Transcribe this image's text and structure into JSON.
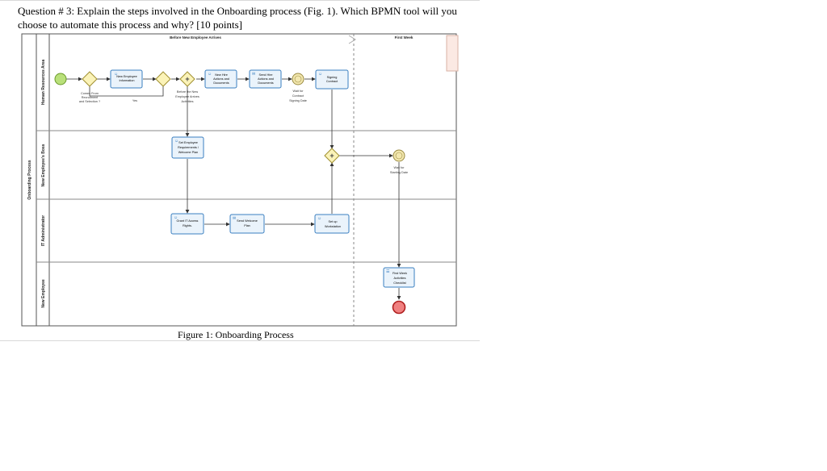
{
  "question": {
    "line1": "Question # 3: Explain the steps involved in the Onboarding process (Fig. 1). Which BPMN tool will you",
    "line2": "choose to automate this process and why? [10 points]"
  },
  "figure": {
    "caption": "Figure 1: Onboarding Process",
    "pool_label": "Onboarding Process",
    "milestones": [
      "Before New Employee Arrives",
      "First Week"
    ],
    "lanes": [
      "Human Resources Area",
      "New Employee's Boss",
      "IT Administrator",
      "New Employee"
    ],
    "tasks": {
      "new_employee_info": [
        "New Employee",
        "Information"
      ],
      "new_hire_actions": [
        "New Hire",
        "Actions and",
        "Documents"
      ],
      "send_hire_actions": [
        "Send Hire",
        "Actions and",
        "Documents"
      ],
      "signing_contract": [
        "Signing",
        "Contract"
      ],
      "set_requirements": [
        "Set Employee",
        "Requirements /",
        "Welcome Plan"
      ],
      "grant_access": [
        "Grant IT Access",
        "Rights."
      ],
      "send_welcome": [
        "Send Welcome",
        "Plan"
      ],
      "setup_workstation": [
        "Set up",
        "Workstation"
      ],
      "first_week": [
        "First Week",
        "Activities",
        "Checklist"
      ]
    },
    "labels": {
      "comes_from": [
        "Comes From",
        "Recruitment",
        "and Selection ?"
      ],
      "yes": "Yes",
      "before_arrives": [
        "Before the New",
        "Employee Arrives",
        "Activities"
      ],
      "wait_contract": [
        "Wait for",
        "Contract",
        "Signing Date"
      ],
      "wait_start": [
        "Wait for",
        "Starting Date"
      ]
    }
  }
}
